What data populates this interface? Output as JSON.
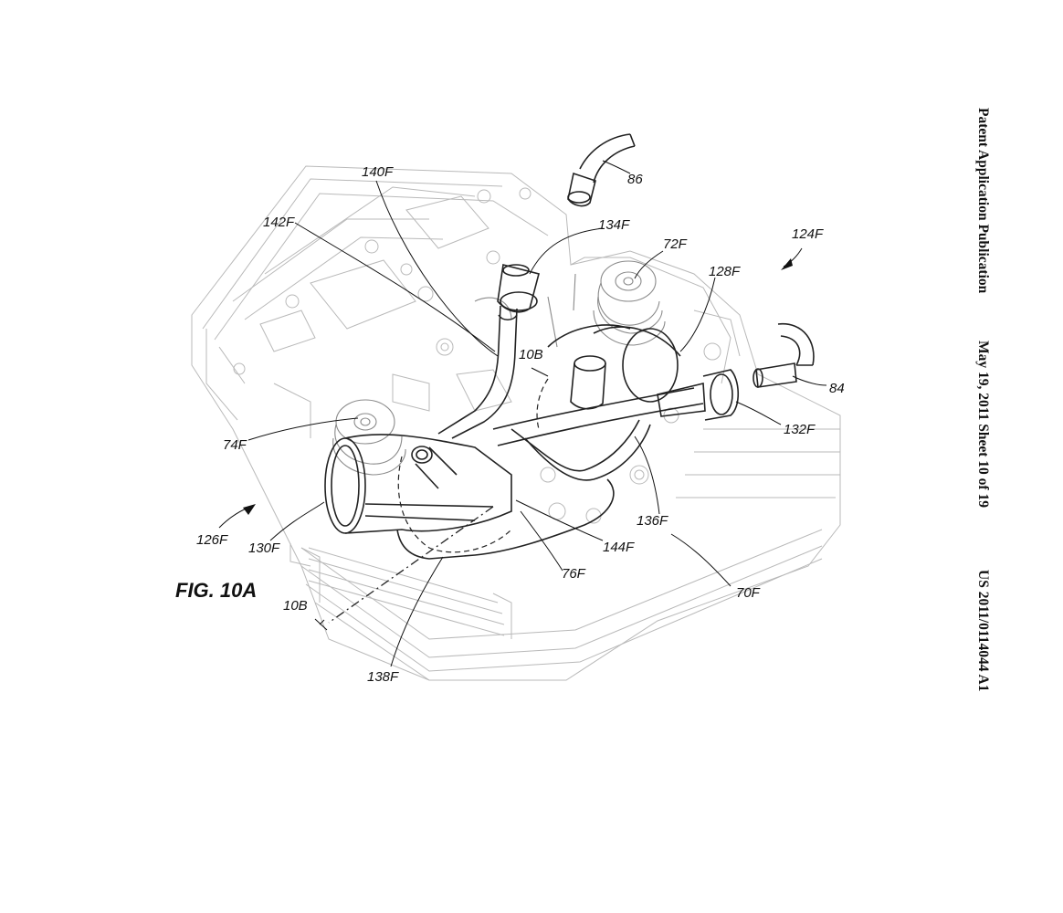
{
  "header": {
    "title": "Patent Application Publication",
    "date_sheet": "May 19, 2011  Sheet 10 of 19",
    "pub_number": "US 2011/0114044 A1"
  },
  "figure": {
    "label": "FIG. 10A"
  },
  "refs": {
    "r86": "86",
    "r84": "84",
    "r140F": "140F",
    "r142F": "142F",
    "r134F": "134F",
    "r72F": "72F",
    "r124F": "124F",
    "r128F": "128F",
    "r10B_top": "10B",
    "r132F": "132F",
    "r74F": "74F",
    "r136F": "136F",
    "r126F": "126F",
    "r130F": "130F",
    "r144F": "144F",
    "r76F": "76F",
    "r70F": "70F",
    "r10B_bottom": "10B",
    "r138F": "138F"
  }
}
